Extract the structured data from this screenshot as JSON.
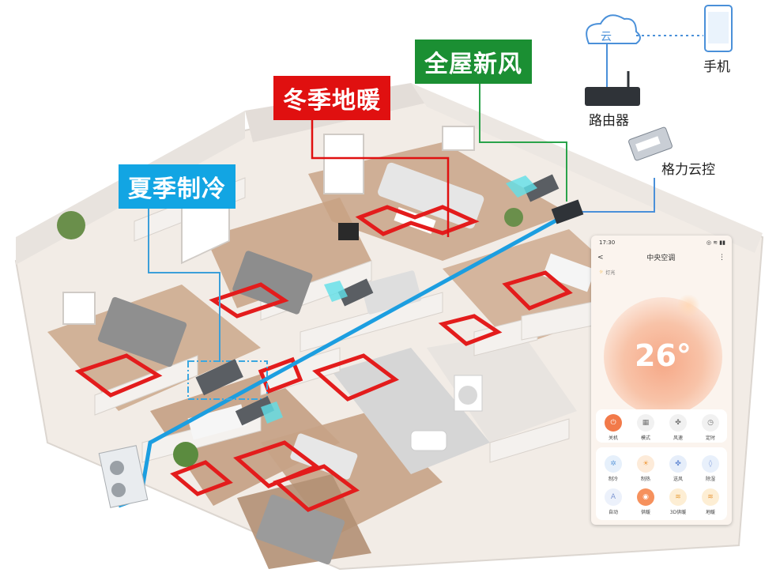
{
  "labels": {
    "fresh_air": "全屋新风",
    "floor_heating": "冬季地暖",
    "summer_cooling": "夏季制冷"
  },
  "network": {
    "cloud": "云",
    "phone": "手机",
    "router": "路由器",
    "controller": "格力云控"
  },
  "phone_ui": {
    "time": "17:30",
    "status_icons": "◎ ≋ ▮▮",
    "back": "<",
    "title": "中央空调",
    "more": "⋮",
    "light_icon": "☼",
    "light": "灯光",
    "temperature": "26°",
    "controls": [
      {
        "label": "关机",
        "icon": "power-icon",
        "glyph": "⏻",
        "style": "on"
      },
      {
        "label": "模式",
        "icon": "grid-icon",
        "glyph": "▦",
        "style": ""
      },
      {
        "label": "风速",
        "icon": "fan-icon",
        "glyph": "✤",
        "style": ""
      },
      {
        "label": "定时",
        "icon": "clock-icon",
        "glyph": "◷",
        "style": ""
      }
    ],
    "modes": [
      {
        "label": "制冷",
        "icon": "snowflake-icon",
        "glyph": "✲",
        "style": "cool"
      },
      {
        "label": "制热",
        "icon": "sun-icon",
        "glyph": "☀",
        "style": "heat"
      },
      {
        "label": "送风",
        "icon": "fan-icon",
        "glyph": "✤",
        "style": "fan"
      },
      {
        "label": "除湿",
        "icon": "droplet-icon",
        "glyph": "◊",
        "style": "dry"
      },
      {
        "label": "自动",
        "icon": "auto-icon",
        "glyph": "A",
        "style": "auto"
      },
      {
        "label": "供暖",
        "icon": "heating-icon",
        "glyph": "◉",
        "style": "warm"
      },
      {
        "label": "3D供暖",
        "icon": "3d-heating-icon",
        "glyph": "≋",
        "style": "w3d"
      },
      {
        "label": "地暖",
        "icon": "floor-heating-icon",
        "glyph": "≋",
        "style": "floor"
      }
    ]
  },
  "colors": {
    "fresh_air_green": "#1b8f33",
    "floor_heating_red": "#e01010",
    "cooling_blue": "#12a5e3",
    "accent_orange": "#f27a4a"
  }
}
